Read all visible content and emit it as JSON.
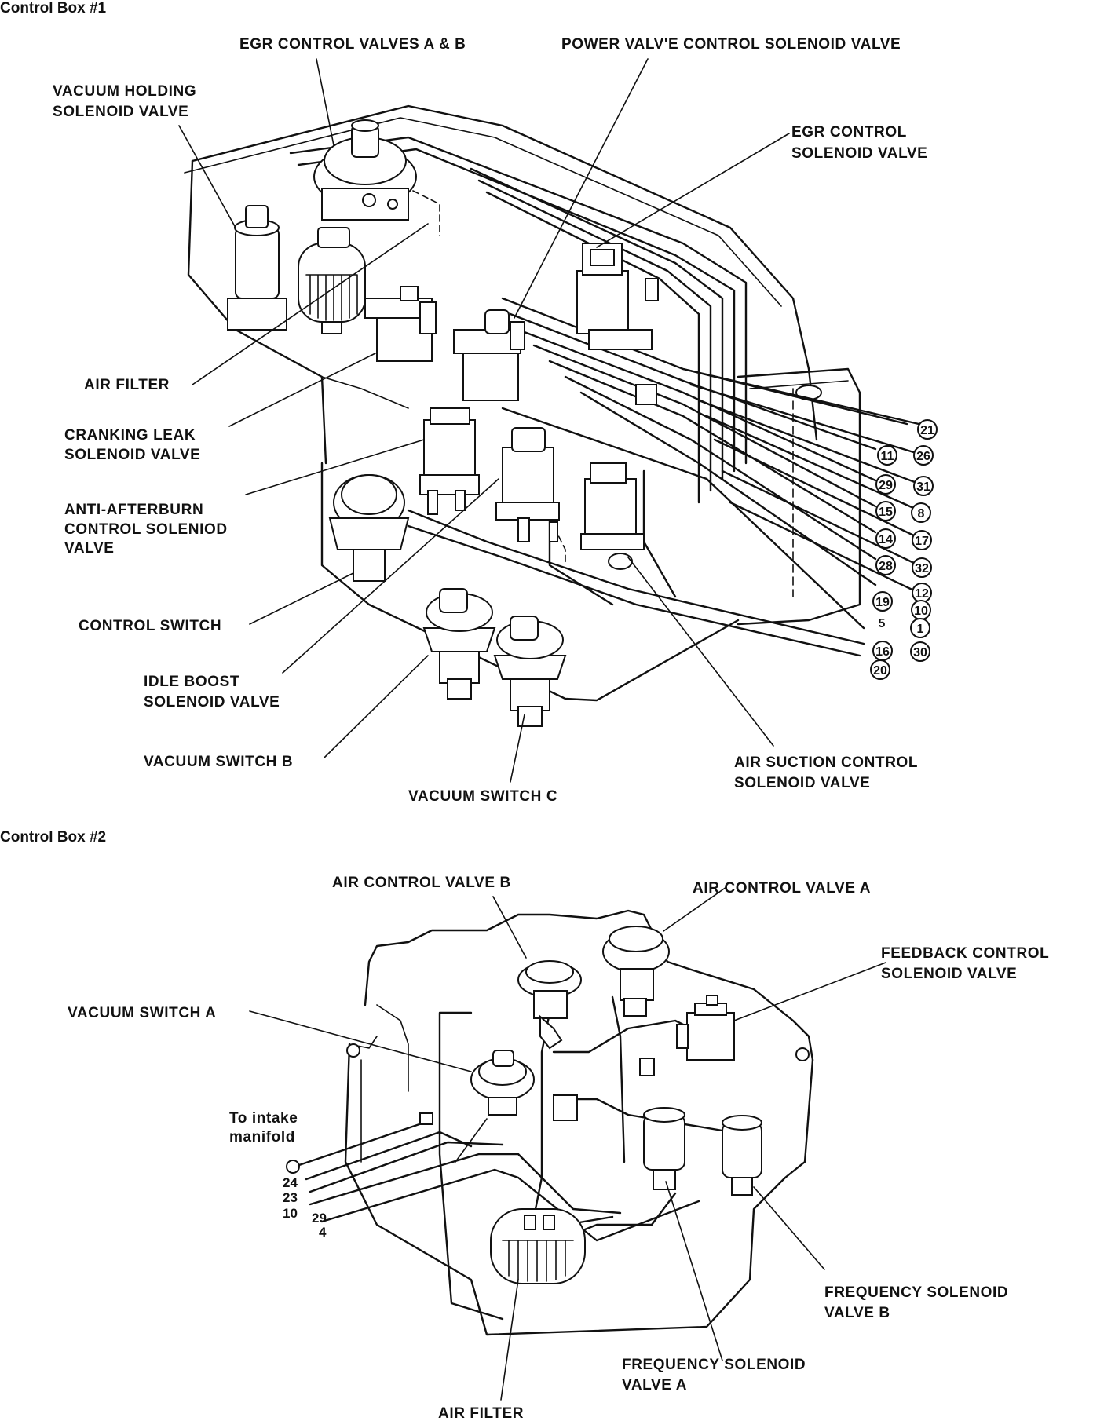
{
  "box1": {
    "title": "Control Box #1",
    "labels": {
      "egr_control_valves": "EGR CONTROL VALVES A & B",
      "power_valve_control": "POWER VALV'E CONTROL SOLENOID VALVE",
      "vacuum_holding_1": "VACUUM HOLDING",
      "vacuum_holding_2": "SOLENOID VALVE",
      "egr_solenoid_1": "EGR CONTROL",
      "egr_solenoid_2": "SOLENOID VALVE",
      "air_filter": "AIR FILTER",
      "cranking_leak_1": "CRANKING LEAK",
      "cranking_leak_2": "SOLENOID VALVE",
      "anti_afterburn_1": "ANTI-AFTERBURN",
      "anti_afterburn_2": "CONTROL SOLENIOD",
      "anti_afterburn_3": "VALVE",
      "control_switch": "CONTROL SWITCH",
      "idle_boost_1": "IDLE BOOST",
      "idle_boost_2": "SOLENOID VALVE",
      "vacuum_switch_b": "VACUUM SWITCH B",
      "vacuum_switch_c": "VACUUM SWITCH C",
      "air_suction_1": "AIR SUCTION CONTROL",
      "air_suction_2": "SOLENOID VALVE"
    },
    "ports": {
      "p21": "21",
      "p11": "11",
      "p26": "26",
      "p29": "29",
      "p31": "31",
      "p15": "15",
      "p8": "8",
      "p14": "14",
      "p17": "17",
      "p28": "28",
      "p32": "32",
      "p12": "12",
      "p19": "19",
      "p10": "10",
      "p5": "5",
      "p1": "1",
      "p16": "16",
      "p30": "30",
      "p20": "20"
    }
  },
  "box2": {
    "title": "Control Box #2",
    "labels": {
      "air_control_b": "AIR CONTROL VALVE B",
      "air_control_a": "AIR CONTROL VALVE A",
      "feedback_1": "FEEDBACK CONTROL",
      "feedback_2": "SOLENOID VALVE",
      "vacuum_switch_a": "VACUUM SWITCH A",
      "intake_1": "To intake",
      "intake_2": "manifold",
      "freq_b_1": "FREQUENCY SOLENOID",
      "freq_b_2": "VALVE B",
      "freq_a_1": "FREQUENCY SOLENOID",
      "freq_a_2": "VALVE A",
      "air_filter": "AIR FILTER"
    },
    "hoses": {
      "h24": "24",
      "h23": "23",
      "h10": "10",
      "h29": "29",
      "h4": "4"
    }
  }
}
